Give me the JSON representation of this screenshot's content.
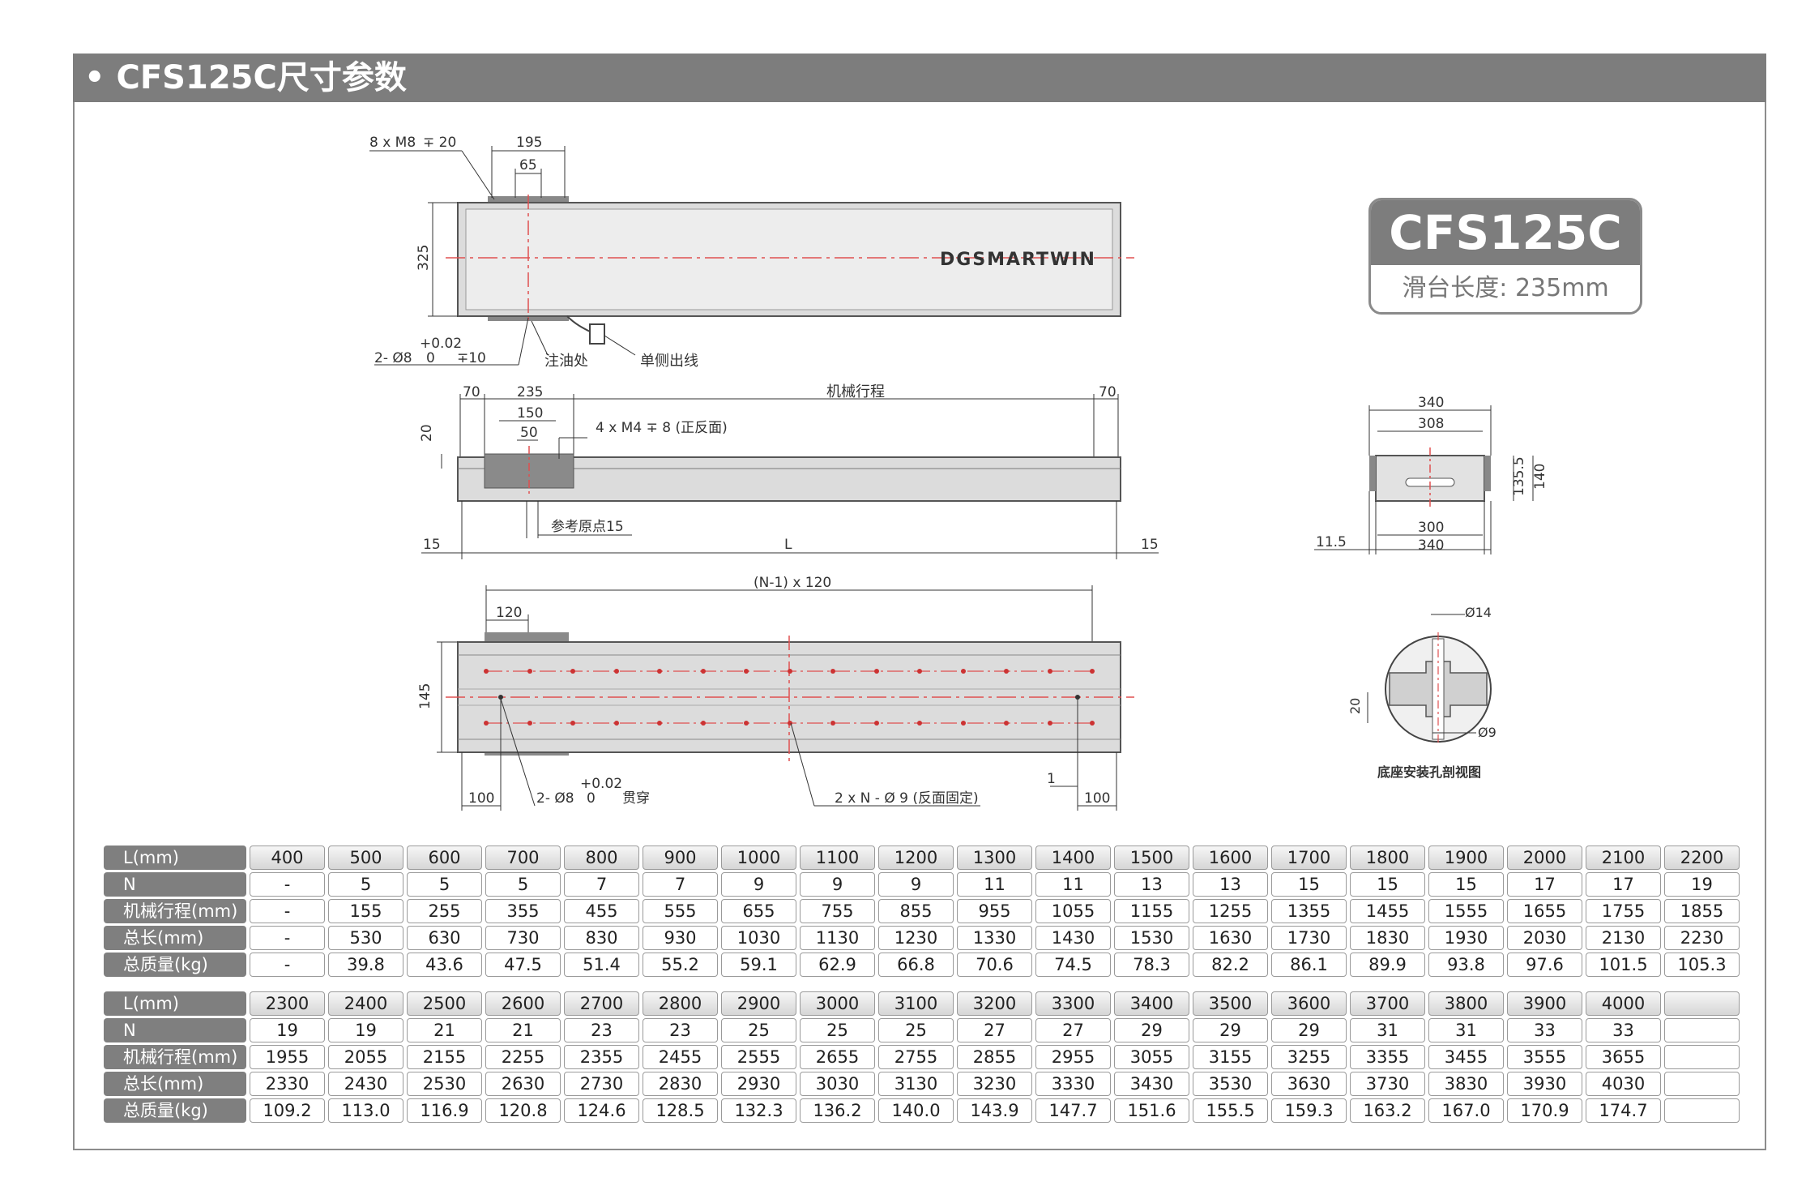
{
  "header": {
    "title": "• CFS125C尺寸参数"
  },
  "badge": {
    "model": "CFS125C",
    "subtitle": "滑台长度: 235mm"
  },
  "top_view": {
    "brand": "DGSMARTWIN",
    "dims": [
      "8 x M8",
      "∓ 20",
      "195",
      "65",
      "325"
    ],
    "pin_hole": [
      "+0.02",
      "2- Ø8",
      "0",
      "∓10"
    ],
    "callouts": [
      "注油处",
      "单侧出线"
    ]
  },
  "side_view": {
    "dims": [
      "70",
      "235",
      "150",
      "50",
      "20",
      "70",
      "15",
      "L",
      "15"
    ],
    "stroke_label": "机械行程",
    "screw_note": "4 x M4   ∓ 8 (正反面)",
    "origin_note": "参考原点15"
  },
  "bottom_view": {
    "dims": [
      "(N-1) x 120",
      "120",
      "145",
      "100",
      "1",
      "100"
    ],
    "pin_hole": [
      "+0.02",
      "2- Ø8",
      "0",
      "贯穿"
    ],
    "hole_note": "2 x N - Ø 9 (反面固定)"
  },
  "end_view": {
    "dims": [
      "340",
      "308",
      "135.5",
      "140",
      "11.5",
      "300",
      "340"
    ]
  },
  "section_view": {
    "dims": [
      "Ø14",
      "20",
      "Ø9"
    ],
    "caption": "底座安装孔剖视图"
  },
  "spec_tables": [
    {
      "rows": [
        {
          "label": "L(mm)",
          "cells": [
            "400",
            "500",
            "600",
            "700",
            "800",
            "900",
            "1000",
            "1100",
            "1200",
            "1300",
            "1400",
            "1500",
            "1600",
            "1700",
            "1800",
            "1900",
            "2000",
            "2100",
            "2200"
          ]
        },
        {
          "label": "N",
          "cells": [
            "-",
            "5",
            "5",
            "5",
            "7",
            "7",
            "9",
            "9",
            "9",
            "11",
            "11",
            "13",
            "13",
            "15",
            "15",
            "15",
            "17",
            "17",
            "19"
          ]
        },
        {
          "label": "机械行程(mm)",
          "cells": [
            "-",
            "155",
            "255",
            "355",
            "455",
            "555",
            "655",
            "755",
            "855",
            "955",
            "1055",
            "1155",
            "1255",
            "1355",
            "1455",
            "1555",
            "1655",
            "1755",
            "1855"
          ]
        },
        {
          "label": "总长(mm)",
          "cells": [
            "-",
            "530",
            "630",
            "730",
            "830",
            "930",
            "1030",
            "1130",
            "1230",
            "1330",
            "1430",
            "1530",
            "1630",
            "1730",
            "1830",
            "1930",
            "2030",
            "2130",
            "2230"
          ]
        },
        {
          "label": "总质量(kg)",
          "cells": [
            "-",
            "39.8",
            "43.6",
            "47.5",
            "51.4",
            "55.2",
            "59.1",
            "62.9",
            "66.8",
            "70.6",
            "74.5",
            "78.3",
            "82.2",
            "86.1",
            "89.9",
            "93.8",
            "97.6",
            "101.5",
            "105.3"
          ]
        }
      ]
    },
    {
      "rows": [
        {
          "label": "L(mm)",
          "cells": [
            "2300",
            "2400",
            "2500",
            "2600",
            "2700",
            "2800",
            "2900",
            "3000",
            "3100",
            "3200",
            "3300",
            "3400",
            "3500",
            "3600",
            "3700",
            "3800",
            "3900",
            "4000",
            ""
          ]
        },
        {
          "label": "N",
          "cells": [
            "19",
            "19",
            "21",
            "21",
            "23",
            "23",
            "25",
            "25",
            "25",
            "27",
            "27",
            "29",
            "29",
            "29",
            "31",
            "31",
            "33",
            "33",
            ""
          ]
        },
        {
          "label": "机械行程(mm)",
          "cells": [
            "1955",
            "2055",
            "2155",
            "2255",
            "2355",
            "2455",
            "2555",
            "2655",
            "2755",
            "2855",
            "2955",
            "3055",
            "3155",
            "3255",
            "3355",
            "3455",
            "3555",
            "3655",
            ""
          ]
        },
        {
          "label": "总长(mm)",
          "cells": [
            "2330",
            "2430",
            "2530",
            "2630",
            "2730",
            "2830",
            "2930",
            "3030",
            "3130",
            "3230",
            "3330",
            "3430",
            "3530",
            "3630",
            "3730",
            "3830",
            "3930",
            "4030",
            ""
          ]
        },
        {
          "label": "总质量(kg)",
          "cells": [
            "109.2",
            "113.0",
            "116.9",
            "120.8",
            "124.6",
            "128.5",
            "132.3",
            "136.2",
            "140.0",
            "143.9",
            "147.7",
            "151.6",
            "155.5",
            "159.3",
            "163.2",
            "167.0",
            "170.9",
            "174.7",
            ""
          ]
        }
      ]
    }
  ]
}
